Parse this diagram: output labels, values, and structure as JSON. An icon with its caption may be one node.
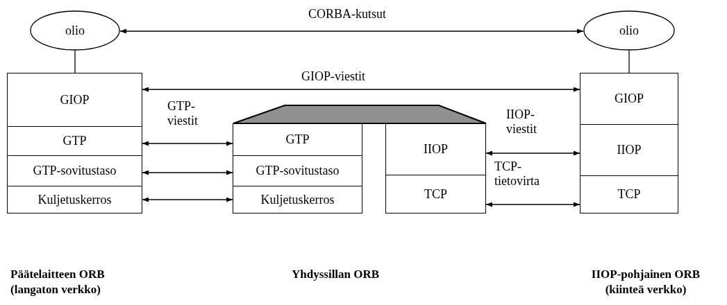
{
  "diagram": {
    "nodes": [
      {
        "text": [
          "olio"
        ]
      },
      {
        "text": [
          "olio"
        ]
      },
      {
        "text": [
          "GIOP"
        ]
      },
      {
        "text": [
          "GTP"
        ]
      },
      {
        "text": [
          "GTP-sovitustaso"
        ]
      },
      {
        "text": [
          "Kuljetuskerros"
        ]
      },
      {
        "text": [
          "GTP"
        ]
      },
      {
        "text": [
          "GTP-sovitustaso"
        ]
      },
      {
        "text": [
          "Kuljetuskerros"
        ]
      },
      {
        "text": [
          "IIOP"
        ]
      },
      {
        "text": [
          "TCP"
        ]
      },
      {
        "text": [
          "GIOP"
        ]
      },
      {
        "text": [
          "IIOP"
        ]
      },
      {
        "text": [
          "TCP"
        ]
      },
      {
        "text": [],
        "shape": "trapezoid"
      }
    ],
    "edges": [
      {
        "from": 0,
        "to": 1,
        "arrow": "both",
        "label": "CORBA-kutsut"
      },
      {
        "from": 0,
        "to": 2,
        "arrow": "none"
      },
      {
        "from": 1,
        "to": 11,
        "arrow": "none"
      },
      {
        "from": 2,
        "to": 11,
        "arrow": "both",
        "label": "GIOP-viestit"
      },
      {
        "from": 3,
        "to": 6,
        "arrow": "both",
        "label": "GTP- viestit"
      },
      {
        "from": 4,
        "to": 7,
        "arrow": "both"
      },
      {
        "from": 5,
        "to": 8,
        "arrow": "both"
      },
      {
        "from": 9,
        "to": 12,
        "arrow": "both",
        "label": "IIOP- viestit"
      },
      {
        "from": 10,
        "to": 13,
        "arrow": "both",
        "label": "TCP- tietovirta"
      }
    ],
    "labels": [
      "Päätelaitteen ORB (langaton verkko)",
      "Yhdyssillan ORB",
      "IIOP-pohjainen ORB (kiinteä verkko)"
    ]
  }
}
